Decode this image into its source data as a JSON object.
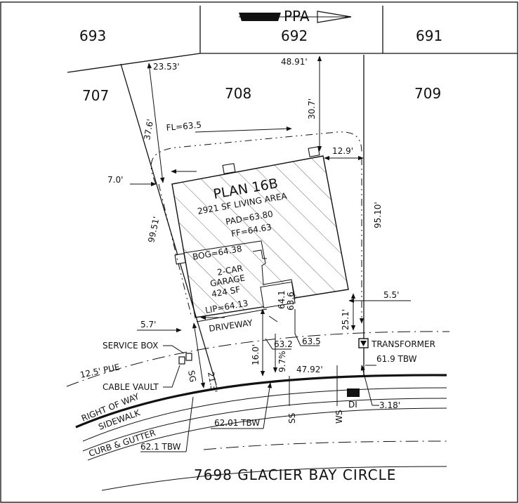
{
  "header": {
    "north_arrow_text": "PPA"
  },
  "lots": {
    "rear_left": "693",
    "rear_center": "692",
    "rear_right": "691",
    "left": "707",
    "subject": "708",
    "right": "709"
  },
  "building": {
    "plan": "PLAN 16B",
    "living_area": "2921 SF LIVING AREA",
    "pad": "PAD=63.80",
    "ff": "FF=64.63",
    "bog": "BOG=64.38",
    "garage_line1": "2-CAR",
    "garage_line2": "GARAGE",
    "garage_area": "424 SF",
    "lip": "LIP=64.13",
    "fl": "FL=63.5"
  },
  "dimensions": {
    "rear_left": "23.53'",
    "rear_right": "48.91'",
    "rear_setback": "30.7'",
    "left_rear_setback": "37.6'",
    "side_right": "12.9'",
    "side_left": "7.0'",
    "left_depth": "99.51'",
    "right_depth": "95.10'",
    "right_setback": "5.5'",
    "right_front": "25.1'",
    "left_front": "5.7'",
    "drive_left": "21.3'",
    "front_setback": "16.0'",
    "slope": "9.7%",
    "frontage": "47.92'",
    "tbw_right": "61.9 TBW",
    "di_offset": "3.18'",
    "tbw_center": "62.01 TBW",
    "tbw_left": "62.1 TBW"
  },
  "elevations": {
    "e1": "64.1",
    "e2": "63.6",
    "e3": "63.2",
    "e4": "63.5"
  },
  "labels": {
    "driveway": "DRIVEWAY",
    "service_box": "SERVICE BOX",
    "cable_vault": "CABLE VAULT",
    "pue": "12.5' PUE",
    "right_of_way": "RIGHT OF WAY",
    "sidewalk": "SIDEWALK",
    "curb": "CURB & GUTTER",
    "transformer": "TRANSFORMER",
    "sg": "SG",
    "ss": "SS",
    "ws": "WS",
    "di": "DI"
  },
  "street": {
    "name": "7698 GLACIER BAY CIRCLE"
  }
}
